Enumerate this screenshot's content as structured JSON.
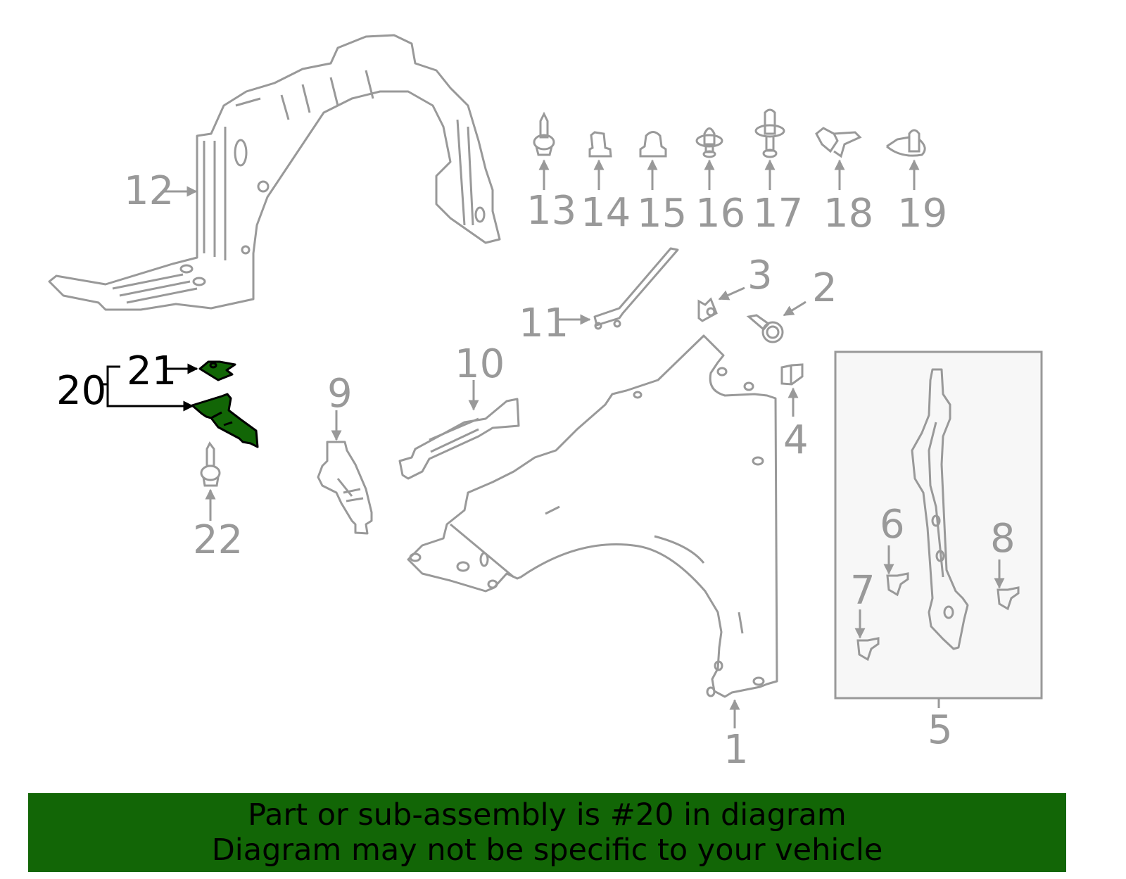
{
  "colors": {
    "line": "#999999",
    "highlight_fill": "#126606",
    "highlight_label": "#000000",
    "banner_bg": "#126606",
    "banner_text": "#000000",
    "box_bg": "#f7f7f7"
  },
  "callouts": [
    {
      "id": "1",
      "label": "1",
      "part": "fender"
    },
    {
      "id": "2",
      "label": "2",
      "part": "bolt"
    },
    {
      "id": "3",
      "label": "3",
      "part": "nut"
    },
    {
      "id": "4",
      "label": "4",
      "part": "clip"
    },
    {
      "id": "5",
      "label": "5",
      "part": "fender-bracket-assembly"
    },
    {
      "id": "6",
      "label": "6",
      "part": "clip"
    },
    {
      "id": "7",
      "label": "7",
      "part": "clip"
    },
    {
      "id": "8",
      "label": "8",
      "part": "clip"
    },
    {
      "id": "9",
      "label": "9",
      "part": "bracket"
    },
    {
      "id": "10",
      "label": "10",
      "part": "bracket"
    },
    {
      "id": "11",
      "label": "11",
      "part": "seal"
    },
    {
      "id": "12",
      "label": "12",
      "part": "fender-liner"
    },
    {
      "id": "13",
      "label": "13",
      "part": "screw"
    },
    {
      "id": "14",
      "label": "14",
      "part": "clip"
    },
    {
      "id": "15",
      "label": "15",
      "part": "nut"
    },
    {
      "id": "16",
      "label": "16",
      "part": "push-retainer"
    },
    {
      "id": "17",
      "label": "17",
      "part": "rivet"
    },
    {
      "id": "18",
      "label": "18",
      "part": "clip"
    },
    {
      "id": "19",
      "label": "19",
      "part": "clip"
    },
    {
      "id": "20",
      "label": "20",
      "part": "sub-assembly",
      "highlighted": true
    },
    {
      "id": "21",
      "label": "21",
      "part": "nut",
      "highlighted": true
    },
    {
      "id": "22",
      "label": "22",
      "part": "screw"
    }
  ],
  "banner": {
    "line1": "Part or sub-assembly is #20 in diagram",
    "line2": "Diagram may not be specific to your vehicle"
  }
}
